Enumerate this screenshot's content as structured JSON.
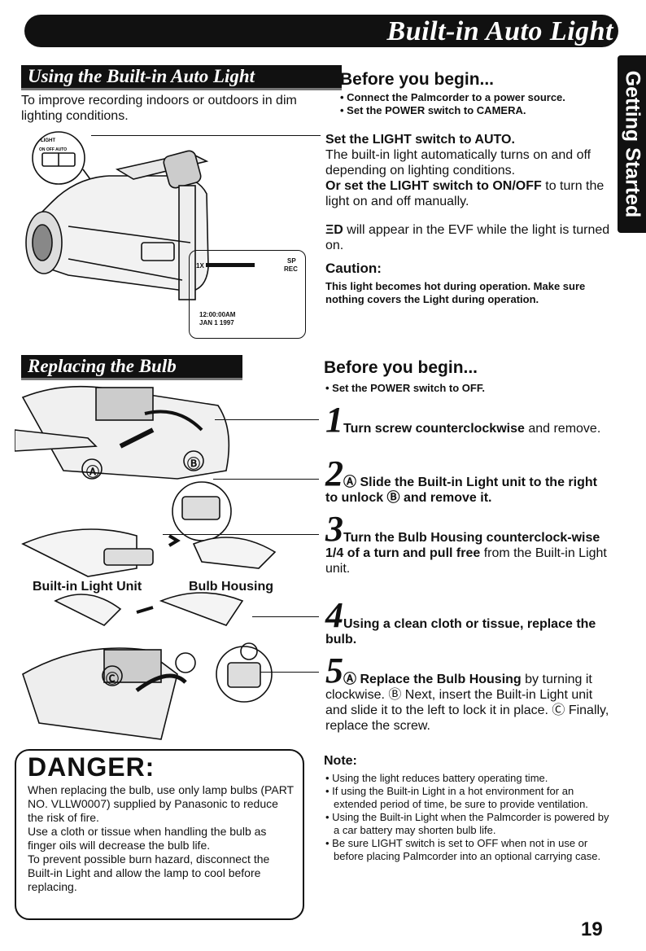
{
  "header": {
    "title": "Built-in Auto Light"
  },
  "side_tab": {
    "label": "Getting Started"
  },
  "section1": {
    "heading": "Using the Built-in Auto Light",
    "intro": "To improve recording indoors or outdoors in dim lighting conditions.",
    "inset_labels": {
      "light": "LIGHT",
      "switch_positions": "ON OFF AUTO"
    },
    "evf_display": {
      "zoom": "1X",
      "mode": "SP",
      "rec": "REC",
      "time": "12:00:00AM",
      "date": "JAN 1 1997"
    },
    "before_title": "Before you begin...",
    "before_items": [
      "• Connect the Palmcorder to a power source.",
      "• Set the POWER switch to CAMERA."
    ],
    "set_light_bold": "Set the LIGHT switch to AUTO.",
    "set_light_text": "The built-in light automatically turns on and off depending on lighting conditions.",
    "or_set_bold": "Or set the LIGHT switch to ON/OFF",
    "or_set_text": " to turn the light on and off manually.",
    "evf_note_icon": "ΞD",
    "evf_note": " will appear in the EVF while the light is turned on.",
    "caution_title": "Caution:",
    "caution_text": "This light becomes hot during operation. Make sure nothing covers the Light during operation."
  },
  "section2": {
    "heading": "Replacing the Bulb",
    "before_title": "Before you begin...",
    "before_item": "• Set the POWER switch to OFF.",
    "figure_labels": {
      "unit": "Built-in Light Unit",
      "housing": "Bulb Housing",
      "a": "Ⓐ",
      "b": "Ⓑ",
      "c": "Ⓒ"
    },
    "steps": [
      {
        "num": "1",
        "bold": "Turn screw counterclockwise",
        "text": " and remove."
      },
      {
        "num": "2",
        "bold": "Ⓐ Slide the Built-in Light unit to the right to unlock Ⓑ and remove it.",
        "text": ""
      },
      {
        "num": "3",
        "bold": "Turn the Bulb Housing counterclock-wise 1/4 of a turn and pull free",
        "text": " from the Built-in Light unit."
      },
      {
        "num": "4",
        "bold": "Using a clean cloth or tissue, replace the bulb.",
        "text": ""
      },
      {
        "num": "5",
        "bold": "Ⓐ Replace the Bulb Housing",
        "text": " by turning it clockwise. Ⓑ Next, insert the Built-in Light unit and slide it to the left to lock it in place. Ⓒ Finally, replace the screw."
      }
    ],
    "note_title": "Note:",
    "notes": [
      "• Using the light reduces battery operating time.",
      "• If using the Built-in Light in a hot environment for an extended period of time, be sure to provide ventilation.",
      "• Using the Built-in Light when the Palmcorder is powered by a car battery may shorten bulb life.",
      "• Be sure LIGHT switch is set to OFF when not in use or before placing Palmcorder into an optional carrying case."
    ],
    "danger_title": "DANGER:",
    "danger_lines": [
      "When replacing the bulb, use only lamp bulbs (PART NO. VLLW0007) supplied by Panasonic to reduce the risk of fire.",
      "Use a cloth or tissue when handling the bulb as finger oils will decrease the bulb life.",
      "To prevent possible burn hazard, disconnect the Built-in Light and allow the lamp to cool before replacing."
    ]
  },
  "page_number": "19"
}
